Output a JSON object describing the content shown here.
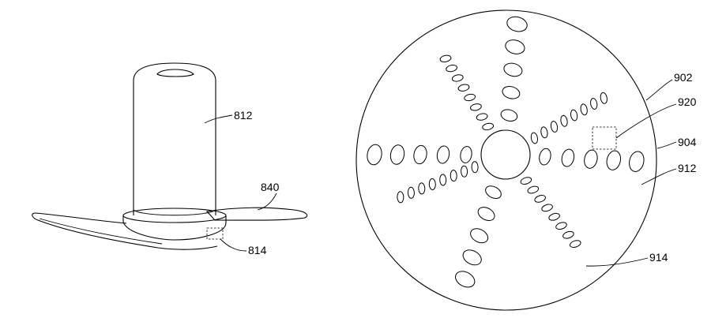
{
  "left_figure": {
    "labels": {
      "shaft": "812",
      "blade": "840",
      "detail": "814"
    }
  },
  "right_figure": {
    "labels": {
      "disc_face": "902",
      "detail_box": "920",
      "disc_edge": "904",
      "large_aperture": "912",
      "small_aperture": "914"
    },
    "arms": {
      "large_arms": 4,
      "small_arms": 4,
      "large_holes_per_arm": 5,
      "small_holes_per_arm": 8
    }
  }
}
